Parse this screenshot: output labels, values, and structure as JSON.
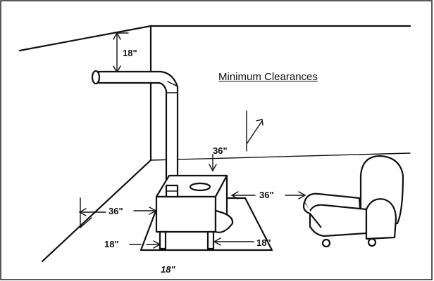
{
  "title": "Minimum Clearances",
  "labels": {
    "ceiling_clearance": "18\"",
    "rear_wall_clearance": "36\"",
    "side_wall_clearance": "36\"",
    "furniture_clearance": "36\"",
    "floor_pad_left": "18\"",
    "floor_pad_right": "18\"",
    "floor_pad_front": "18\""
  }
}
